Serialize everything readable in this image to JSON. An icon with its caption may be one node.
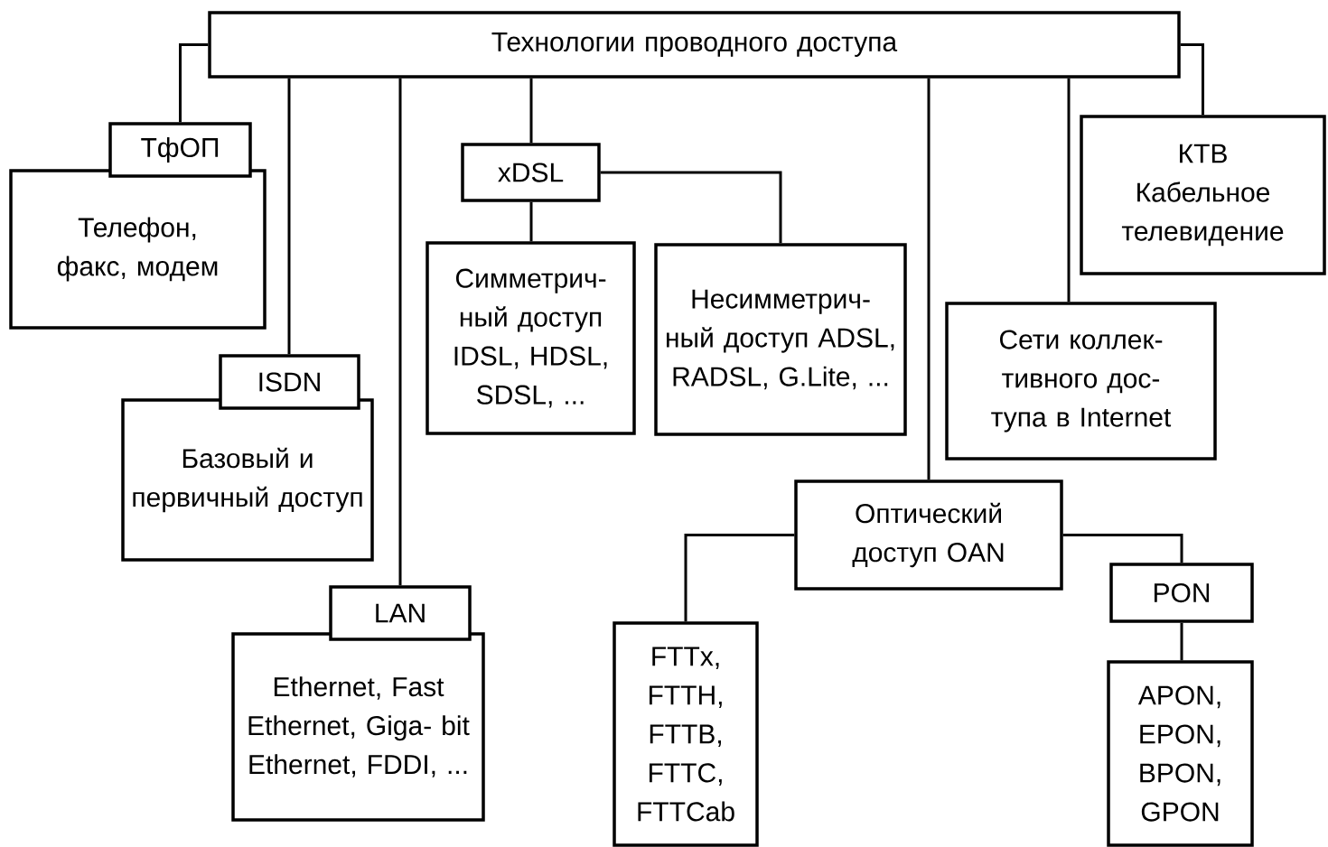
{
  "diagram": {
    "nodes": [
      {
        "text": [
          "Технологии проводного доступа"
        ]
      },
      {
        "text": [
          "ТфОП"
        ]
      },
      {
        "text": [
          "Телефон, факс, модем"
        ]
      },
      {
        "text": [
          "ISDN"
        ]
      },
      {
        "text": [
          "Базовый и первичный доступ"
        ]
      },
      {
        "text": [
          "LAN"
        ]
      },
      {
        "text": [
          "Ethernet, Fast Ethernet, Giga- bit Ethernet, FDDI, ..."
        ]
      },
      {
        "text": [
          "xDSL"
        ]
      },
      {
        "text": [
          "Симметрич- ный доступ IDSL, HDSL, SDSL, ..."
        ]
      },
      {
        "text": [
          "Несимметрич- ный доступ ADSL, RADSL, G.Lite, ..."
        ]
      },
      {
        "text": [
          "КТВ",
          "Кабельное телевидение"
        ]
      },
      {
        "text": [
          "Сети коллек- тивного дос- тупа в Internet"
        ]
      },
      {
        "text": [
          "Оптический доступ OAN"
        ]
      },
      {
        "text": [
          "FTTx, FTTH, FTTB, FTTC, FTTCab"
        ]
      },
      {
        "text": [
          "PON"
        ]
      },
      {
        "text": [
          "APON, EPON, BPON, GPON"
        ]
      }
    ],
    "edges": [
      {
        "from": 0,
        "to": 1,
        "arrow": "none"
      },
      {
        "from": 0,
        "to": 3,
        "arrow": "none"
      },
      {
        "from": 0,
        "to": 5,
        "arrow": "none"
      },
      {
        "from": 0,
        "to": 7,
        "arrow": "none"
      },
      {
        "from": 7,
        "to": 8,
        "arrow": "none"
      },
      {
        "from": 7,
        "to": 9,
        "arrow": "none"
      },
      {
        "from": 0,
        "to": 12,
        "arrow": "none"
      },
      {
        "from": 0,
        "to": 11,
        "arrow": "none"
      },
      {
        "from": 0,
        "to": 10,
        "arrow": "none"
      },
      {
        "from": 12,
        "to": 13,
        "arrow": "none"
      },
      {
        "from": 12,
        "to": 14,
        "arrow": "none"
      },
      {
        "from": 14,
        "to": 15,
        "arrow": "none"
      }
    ]
  }
}
